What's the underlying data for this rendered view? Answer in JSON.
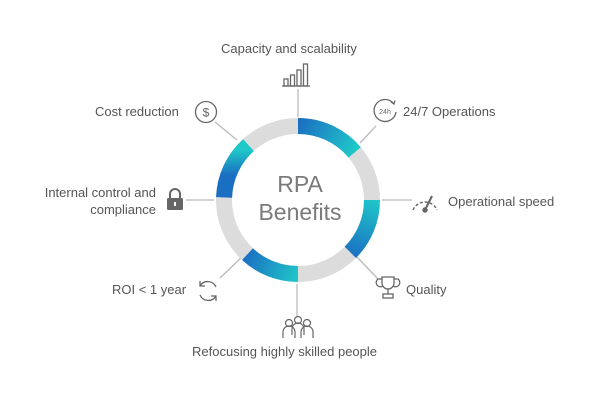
{
  "center": {
    "line1": "RPA",
    "line2": "Benefits"
  },
  "benefits": [
    {
      "label": "Capacity and scalability",
      "icon": "bar-chart-icon"
    },
    {
      "label": "24/7 Operations",
      "icon": "clock-24h-icon",
      "icon_text": "24h"
    },
    {
      "label": "Operational speed",
      "icon": "speedometer-icon"
    },
    {
      "label": "Quality",
      "icon": "trophy-icon"
    },
    {
      "label": "Refocusing highly skilled people",
      "icon": "people-icon"
    },
    {
      "label": "ROI < 1 year",
      "icon": "refresh-icon"
    },
    {
      "label": "Internal control and",
      "label2": "compliance",
      "icon": "lock-icon"
    },
    {
      "label": "Cost reduction",
      "icon": "dollar-icon"
    }
  ],
  "colors": {
    "ring_gray": "#dcdcdc",
    "blue": "#1b6fc2",
    "teal": "#1fc9c9",
    "text": "#555555",
    "icon": "#666666",
    "connector": "#bbbbbb"
  }
}
